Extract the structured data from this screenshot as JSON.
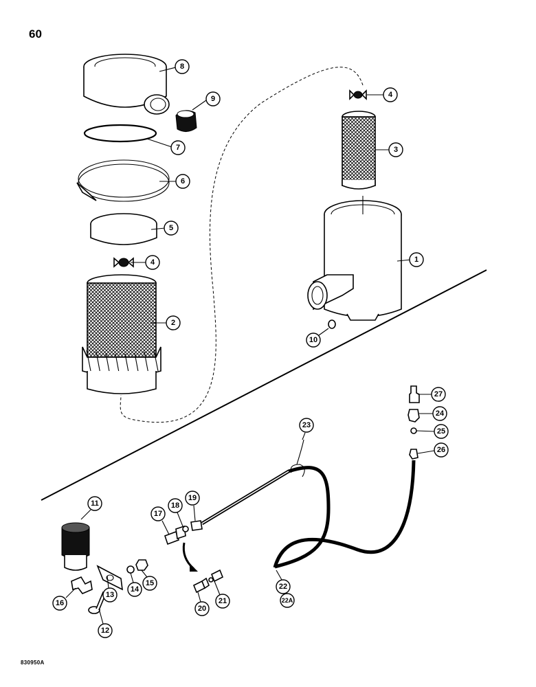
{
  "page": {
    "number": "60",
    "figure_code": "830950A"
  },
  "callouts": {
    "c1": "1",
    "c2": "2",
    "c3": "3",
    "c4a": "4",
    "c4b": "4",
    "c5": "5",
    "c6": "6",
    "c7": "7",
    "c8": "8",
    "c9": "9",
    "c10": "10",
    "c11": "11",
    "c12": "12",
    "c13": "13",
    "c14": "14",
    "c15": "15",
    "c16": "16",
    "c17": "17",
    "c18": "18",
    "c19": "19",
    "c20": "20",
    "c21": "21",
    "c22": "22",
    "c22a": "22A",
    "c23": "23",
    "c24": "24",
    "c25": "25",
    "c26": "26",
    "c27": "27"
  }
}
